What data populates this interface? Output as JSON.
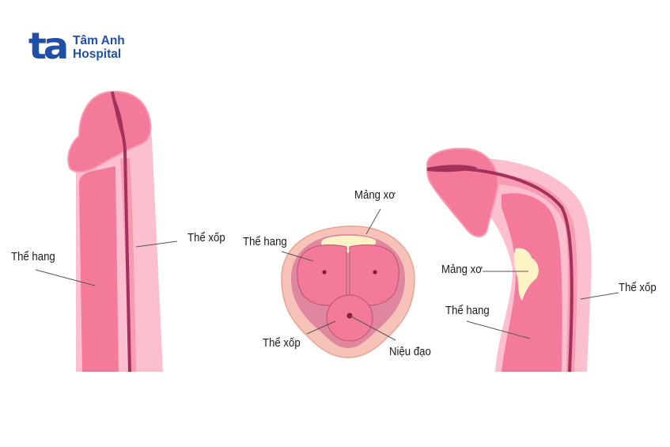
{
  "logo": {
    "mark": "ta",
    "line1": "Tâm Anh",
    "line2": "Hospital",
    "color": "#1f4fa8"
  },
  "figures": {
    "normal_side": {
      "labels": {
        "corpus_cavernosum": "Thể hang",
        "corpus_spongiosum": "Thể xốp"
      }
    },
    "cross_section": {
      "labels": {
        "plaque": "Mảng xơ",
        "corpus_cavernosum": "Thể hang",
        "corpus_spongiosum": "Thể xốp",
        "urethra": "Niệu đạo"
      }
    },
    "curved_side": {
      "labels": {
        "plaque": "Mảng xơ",
        "corpus_cavernosum": "Thể hang",
        "corpus_spongiosum": "Thể xốp"
      }
    }
  },
  "colors": {
    "tissue_main": "#f47a9b",
    "tissue_light": "#fbbfd0",
    "tissue_mid": "#f79ab2",
    "urethra": "#a3325a",
    "plaque": "#fdf3c6",
    "cross_outer": "#f7c3b8",
    "cross_ring": "#d9708c",
    "leader_line": "#555555"
  }
}
